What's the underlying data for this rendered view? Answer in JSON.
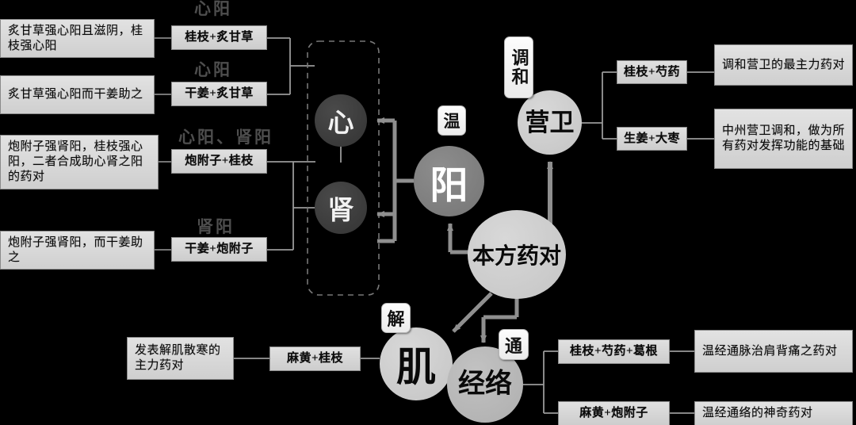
{
  "diagram": {
    "title": "本方药对",
    "colors": {
      "background": "#000000",
      "box_fill": "#d9d9d9",
      "box_border": "#8a8a8a",
      "ghost_label": "#4e4e4e",
      "connector": "#9a9a9a",
      "arrow": "#8f8f8f",
      "circle_dark": "#3c3c3c",
      "circle_mid": "#7d7d7d",
      "circle_light": "#cdcdcd"
    },
    "center_node": {
      "label": "本方药对"
    },
    "branches": [
      {
        "key": "yang",
        "node_label": "阳",
        "badge_label": "温",
        "badge_orientation": "horizontal",
        "organs": [
          {
            "label": "心"
          },
          {
            "label": "肾"
          }
        ],
        "grouped_by_dashed_box": true,
        "pairs": [
          {
            "ghost_label": "心阳",
            "pair_label": "桂枝+炙甘草",
            "description": "炙甘草强心阳且滋阴，桂枝强心阳",
            "organ": "心"
          },
          {
            "ghost_label": "心阳",
            "pair_label": "干姜+炙甘草",
            "description": "炙甘草强心阳而干姜助之",
            "organ": "心"
          },
          {
            "ghost_label": "心阳、肾阳",
            "pair_label": "炮附子+桂枝",
            "description": "炮附子强肾阳，桂枝强心阳，二者合成助心肾之阳的药对",
            "organ": "心肾"
          },
          {
            "ghost_label": "肾阳",
            "pair_label": "干姜+炮附子",
            "description": "炮附子强肾阳，而干姜助之",
            "organ": "肾"
          }
        ]
      },
      {
        "key": "yingwei",
        "node_label": "营卫",
        "badge_label": "调和",
        "badge_orientation": "vertical",
        "pairs": [
          {
            "pair_label": "桂枝+芍药",
            "description": "调和营卫的最主力药对"
          },
          {
            "pair_label": "生姜+大枣",
            "description": "中州营卫调和，做为所有药对发挥功能的基础"
          }
        ]
      },
      {
        "key": "jieji",
        "node_label": "肌",
        "badge_label": "解",
        "badge_orientation": "horizontal",
        "pairs": [
          {
            "pair_label": "麻黄+桂枝",
            "description": "发表解肌散寒的主力药对"
          }
        ]
      },
      {
        "key": "jingluo",
        "node_label": "经络",
        "badge_label": "通",
        "badge_orientation": "horizontal",
        "pairs": [
          {
            "pair_label": "桂枝+芍药+葛根",
            "description": "温经通脉治肩背痛之药对"
          },
          {
            "pair_label": "麻黄+炮附子",
            "description": "温经通络的神奇药对"
          }
        ]
      }
    ]
  }
}
